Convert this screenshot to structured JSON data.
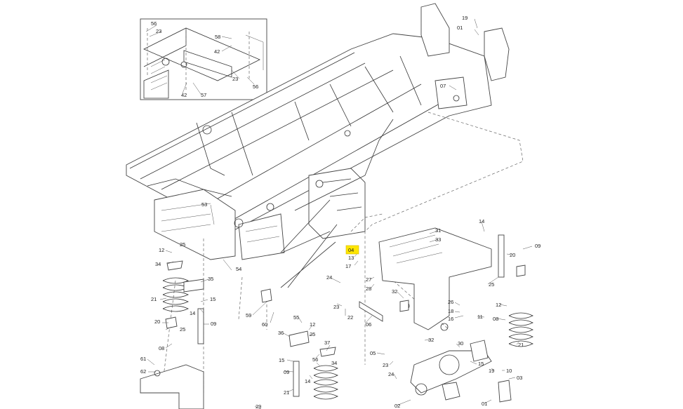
{
  "diagram": {
    "highlight_color": "#ffe600",
    "callouts": [
      {
        "id": "c-56a",
        "text": "56"
      },
      {
        "id": "c-23a",
        "text": "23"
      },
      {
        "id": "c-58",
        "text": "58"
      },
      {
        "id": "c-42a",
        "text": "42"
      },
      {
        "id": "c-23b",
        "text": "23"
      },
      {
        "id": "c-42b",
        "text": "42"
      },
      {
        "id": "c-57",
        "text": "57"
      },
      {
        "id": "c-56b",
        "text": "56"
      },
      {
        "id": "c-19",
        "text": "19"
      },
      {
        "id": "c-01a",
        "text": "01"
      },
      {
        "id": "c-07",
        "text": "07"
      },
      {
        "id": "c-53",
        "text": "53"
      },
      {
        "id": "c-12a",
        "text": "12"
      },
      {
        "id": "c-25a",
        "text": "25"
      },
      {
        "id": "c-34a",
        "text": "34"
      },
      {
        "id": "c-54",
        "text": "54"
      },
      {
        "id": "c-21a",
        "text": "21"
      },
      {
        "id": "c-35",
        "text": "35"
      },
      {
        "id": "c-15a",
        "text": "15"
      },
      {
        "id": "c-14a",
        "text": "14"
      },
      {
        "id": "c-09a",
        "text": "09"
      },
      {
        "id": "c-20a",
        "text": "20"
      },
      {
        "id": "c-25b",
        "text": "25"
      },
      {
        "id": "c-08a",
        "text": "08"
      },
      {
        "id": "c-61",
        "text": "61"
      },
      {
        "id": "c-62",
        "text": "62"
      },
      {
        "id": "c-04",
        "text": "04",
        "highlight": true
      },
      {
        "id": "c-13",
        "text": "13"
      },
      {
        "id": "c-17",
        "text": "17"
      },
      {
        "id": "c-27",
        "text": "27"
      },
      {
        "id": "c-28",
        "text": "28"
      },
      {
        "id": "c-24a",
        "text": "24"
      },
      {
        "id": "c-23c",
        "text": "23"
      },
      {
        "id": "c-22",
        "text": "22"
      },
      {
        "id": "c-06",
        "text": "06"
      },
      {
        "id": "c-59",
        "text": "59"
      },
      {
        "id": "c-60",
        "text": "60"
      },
      {
        "id": "c-55",
        "text": "55"
      },
      {
        "id": "c-12b",
        "text": "12"
      },
      {
        "id": "c-36",
        "text": "36"
      },
      {
        "id": "c-25c",
        "text": "25"
      },
      {
        "id": "c-37",
        "text": "37"
      },
      {
        "id": "c-34b",
        "text": "34"
      },
      {
        "id": "c-56c",
        "text": "56"
      },
      {
        "id": "c-15b",
        "text": "15"
      },
      {
        "id": "c-09b",
        "text": "09"
      },
      {
        "id": "c-14b",
        "text": "14"
      },
      {
        "id": "c-21b",
        "text": "21"
      },
      {
        "id": "c-31",
        "text": "31"
      },
      {
        "id": "c-33",
        "text": "33"
      },
      {
        "id": "c-14c",
        "text": "14"
      },
      {
        "id": "c-32a",
        "text": "32"
      },
      {
        "id": "c-26",
        "text": "26"
      },
      {
        "id": "c-18",
        "text": "18"
      },
      {
        "id": "c-16",
        "text": "16"
      },
      {
        "id": "c-11",
        "text": "11"
      },
      {
        "id": "c-09c",
        "text": "09"
      },
      {
        "id": "c-20b",
        "text": "20"
      },
      {
        "id": "c-25d",
        "text": "25"
      },
      {
        "id": "c-12c",
        "text": "12"
      },
      {
        "id": "c-08b",
        "text": "08"
      },
      {
        "id": "c-21c",
        "text": "21"
      },
      {
        "id": "c-32b",
        "text": "32"
      },
      {
        "id": "c-30",
        "text": "30"
      },
      {
        "id": "c-05",
        "text": "05"
      },
      {
        "id": "c-23d",
        "text": "23"
      },
      {
        "id": "c-15c",
        "text": "15"
      },
      {
        "id": "c-10",
        "text": "10"
      },
      {
        "id": "c-24b",
        "text": "24"
      },
      {
        "id": "c-19b",
        "text": "19"
      },
      {
        "id": "c-02",
        "text": "02"
      },
      {
        "id": "c-29",
        "text": "29"
      },
      {
        "id": "c-03",
        "text": "03"
      },
      {
        "id": "c-01b",
        "text": "01"
      }
    ]
  }
}
